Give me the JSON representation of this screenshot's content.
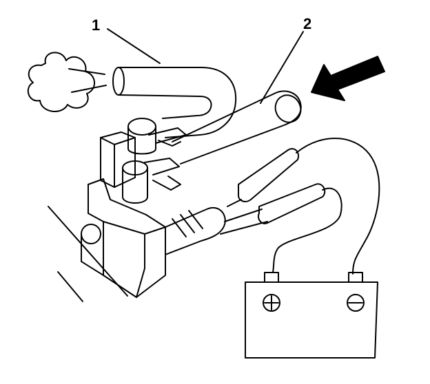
{
  "callouts": [
    {
      "label": "1",
      "refers_to": "vacuum hose"
    },
    {
      "label": "2",
      "refers_to": "hose"
    }
  ],
  "battery": {
    "positive_terminal_icon": "plus-in-circle-icon",
    "negative_terminal_icon": "minus-in-circle-icon"
  },
  "icons": {
    "airflow_cloud": "air-cloud-icon",
    "direction_arrow": "arrow-left-down-icon"
  },
  "colors": {
    "line": "#000000",
    "background": "#ffffff"
  }
}
